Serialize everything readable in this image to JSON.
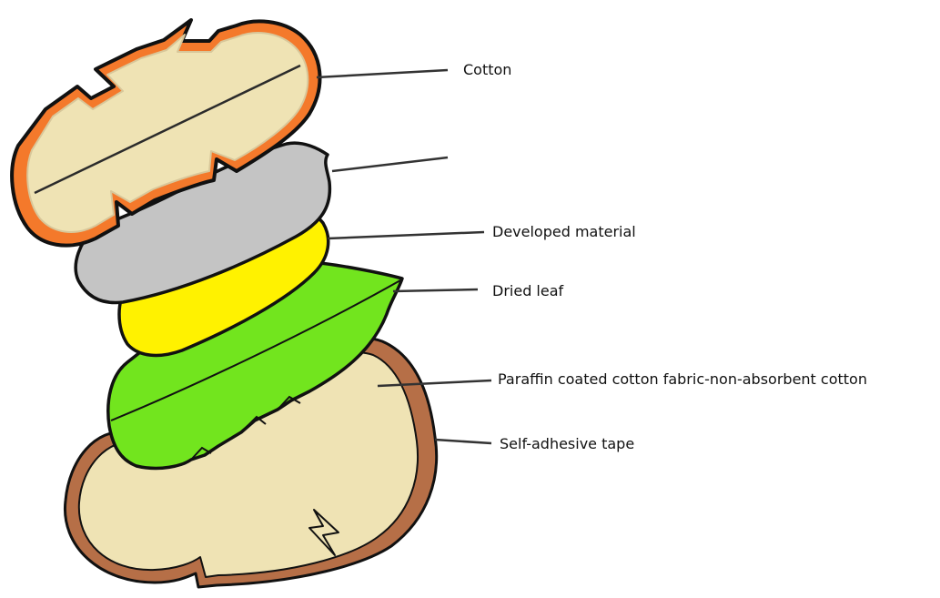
{
  "diagram": {
    "labels": {
      "cotton": "Cotton",
      "unlabeled_layer": "",
      "developed_material": "Developed material",
      "dried_leaf": "Dried leaf",
      "paraffin_fabric": "Paraffin coated cotton fabric-non-absorbent cotton",
      "self_adhesive_tape": "Self-adhesive tape"
    },
    "colors": {
      "cotton_fill": "#efe3b4",
      "cotton_rim": "#f4792b",
      "cotton_inner_rim": "#d8c79a",
      "gray_layer": "#c4c4c4",
      "yellow_layer": "#fff200",
      "green_layer": "#72e51e",
      "bottom_fill": "#efe3b4",
      "bottom_rim": "#b66f47",
      "outline": "#111111",
      "leader": "#333333"
    }
  }
}
